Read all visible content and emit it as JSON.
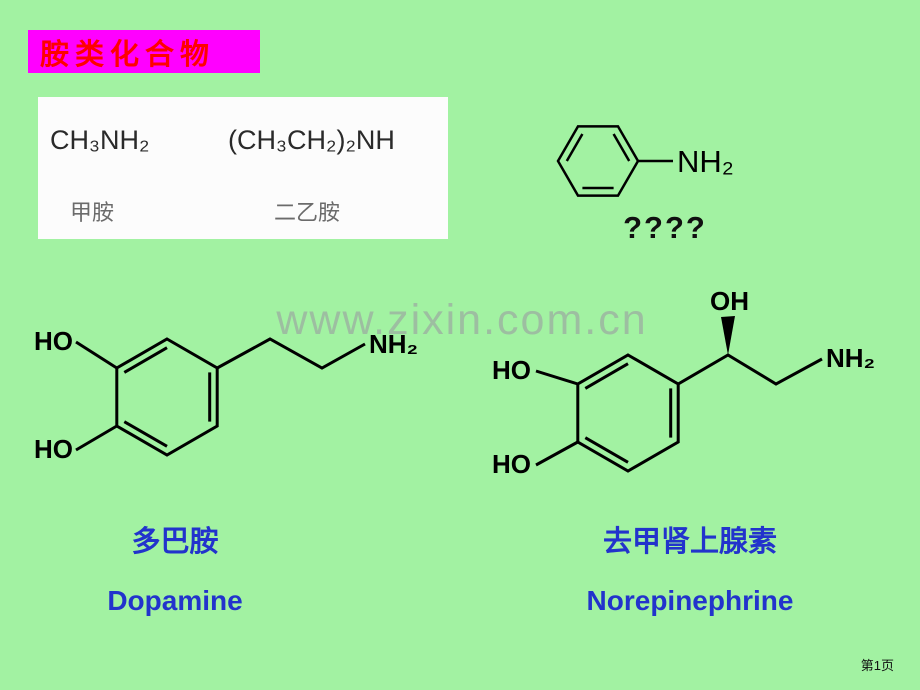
{
  "slide": {
    "title": "胺类化合物",
    "watermark": "www.zixin.com.cn",
    "page_number": "第1页",
    "question_marks": "????"
  },
  "formula_panel": {
    "formulas": [
      {
        "formula": "CH₃NH₂",
        "name": "甲胺"
      },
      {
        "formula": "(CH₃CH₂)₂NH",
        "name": "二乙胺"
      }
    ]
  },
  "aniline": {
    "nh2": "NH₂"
  },
  "dopamine": {
    "ho_top": "HO",
    "ho_bottom": "HO",
    "nh2": "NH₂",
    "name_zh": "多巴胺",
    "name_en": "Dopamine"
  },
  "norepinephrine": {
    "oh": "OH",
    "ho_top": "HO",
    "ho_bottom": "HO",
    "nh2": "NH₂",
    "name_zh": "去甲肾上腺素",
    "name_en": "Norepinephrine"
  },
  "colors": {
    "background": "#A2F2A2",
    "title_bg": "#FF00FF",
    "title_text": "#FF0000",
    "label_blue": "#2233CC"
  }
}
